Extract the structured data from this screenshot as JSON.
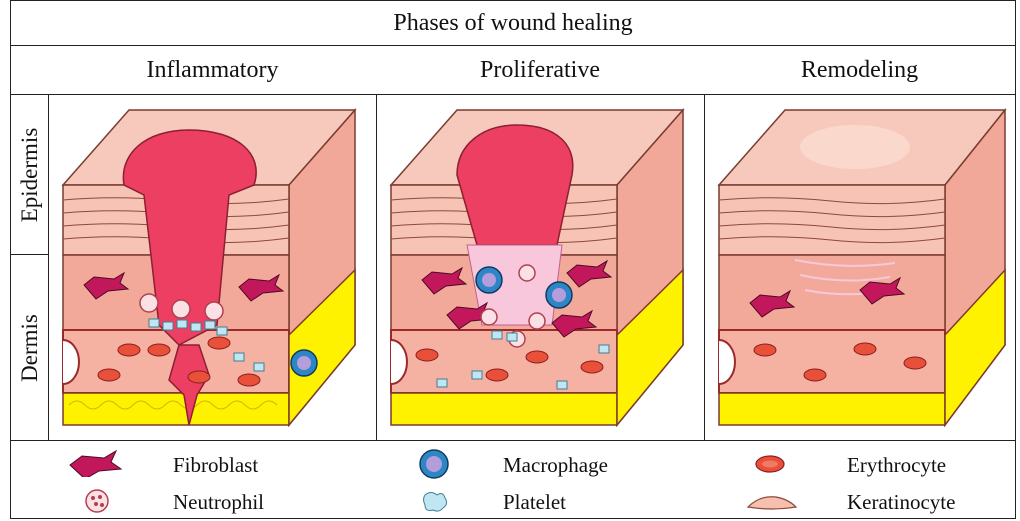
{
  "title": "Phases of wound healing",
  "phases": [
    {
      "label": "Inflammatory"
    },
    {
      "label": "Proliferative"
    },
    {
      "label": "Remodeling"
    }
  ],
  "layers": {
    "epidermis": "Epidermis",
    "dermis": "Dermis"
  },
  "legend": {
    "fibroblast": "Fibroblast",
    "neutrophil": "Neutrophil",
    "macrophage": "Macrophage",
    "platelet": "Platelet",
    "erythrocyte": "Erythrocyte",
    "keratinocyte": "Keratinocyte"
  },
  "colors": {
    "skin": "#f5b8a8",
    "skin_dark": "#e99a88",
    "wound": "#ec3f61",
    "fat": "#fff200",
    "erythrocyte": "#e8503a",
    "fibroblast": "#c2185b",
    "macrophage": "#2f86c6",
    "platelet": "#bfe6f2"
  }
}
